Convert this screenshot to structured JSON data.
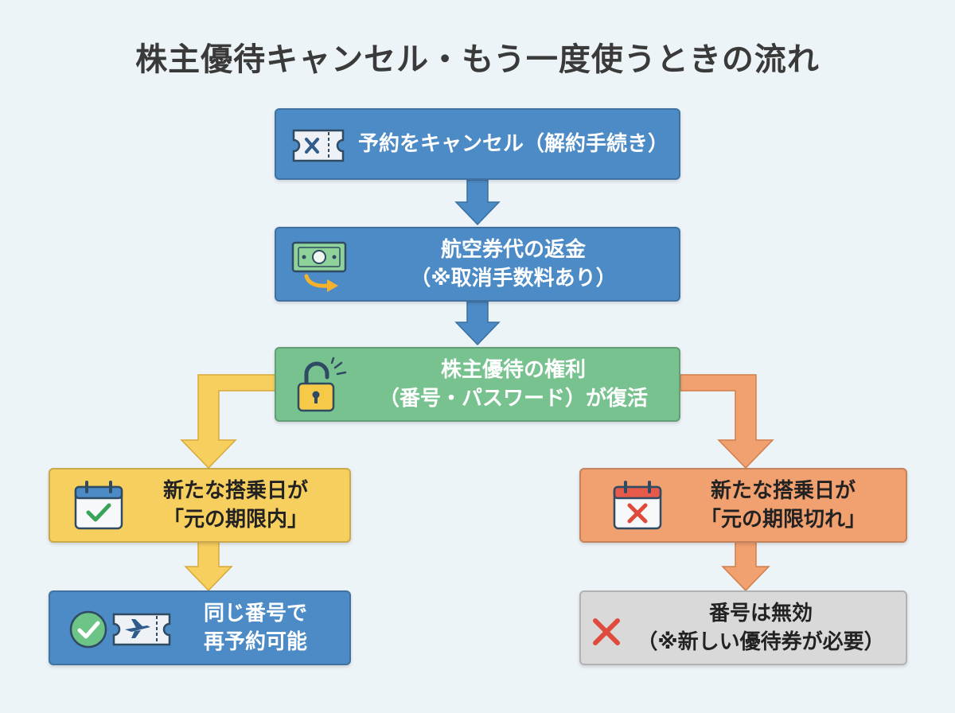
{
  "title": "株主優待キャンセル・もう一度使うときの流れ",
  "steps": {
    "cancel": {
      "text": "予約をキャンセル（解約手続き）",
      "icon": "cancel-ticket-icon"
    },
    "refund": {
      "line1": "航空券代の返金",
      "line2": "（※取消手数料あり）",
      "icon": "money-refund-icon"
    },
    "restore": {
      "line1": "株主優待の権利",
      "line2": "（番号・パスワード）が復活",
      "icon": "unlock-icon"
    },
    "within": {
      "line1": "新たな搭乗日が",
      "line2": "「元の期限内」",
      "icon": "calendar-check-icon"
    },
    "expired": {
      "line1": "新たな搭乗日が",
      "line2": "「元の期限切れ」",
      "icon": "calendar-x-icon"
    },
    "rebook": {
      "line1": "同じ番号で",
      "line2": "再予約可能",
      "icon": "flight-ticket-icon"
    },
    "invalid": {
      "line1": "番号は無効",
      "line2": "（※新しい優待券が必要）",
      "icon": "red-x-icon"
    }
  },
  "colors": {
    "blue": "#4d8bc6",
    "green": "#78c290",
    "yellow": "#f7cf5e",
    "orange": "#f1a06f",
    "gray": "#d9d9d9"
  }
}
